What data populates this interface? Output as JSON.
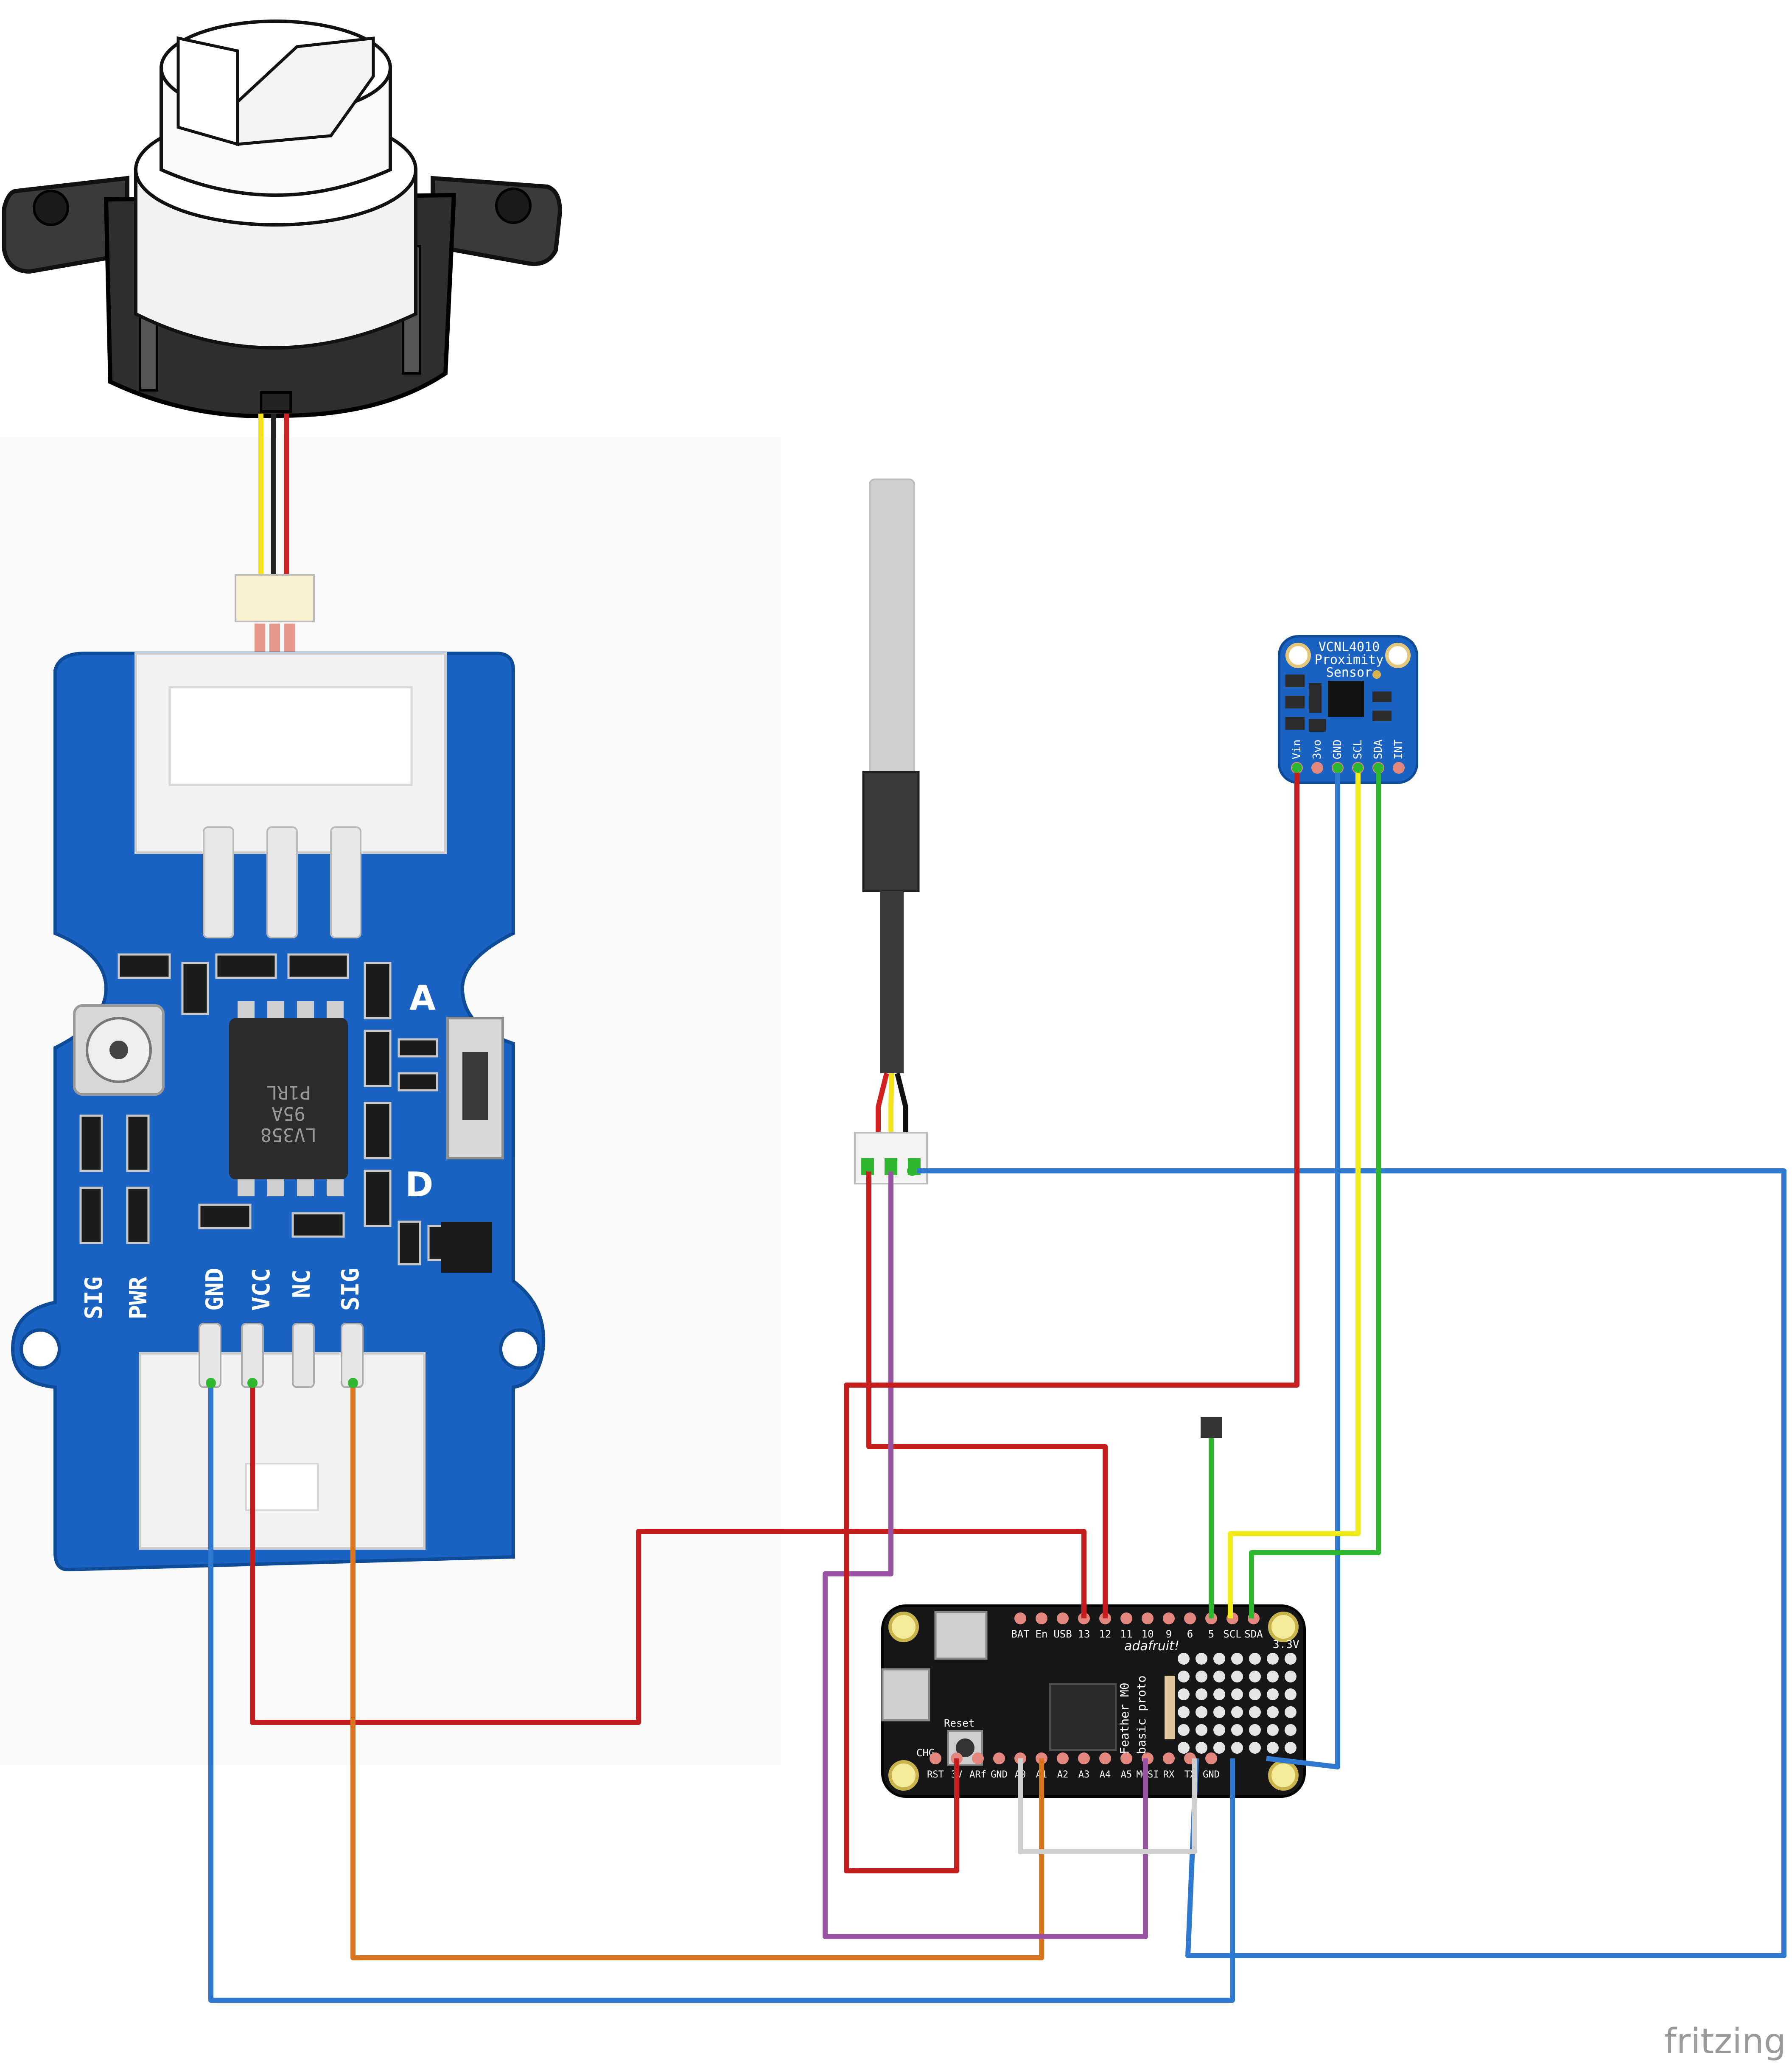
{
  "watermark": "fritzing",
  "sensor_board": {
    "pin_labels": [
      "SIG",
      "PWR",
      "GND",
      "VCC",
      "NC",
      "SIG"
    ],
    "switch_labels": [
      "A",
      "D"
    ],
    "chip_text": [
      "P1RL",
      "95A",
      "LV358"
    ]
  },
  "vcnl": {
    "title": "VCNL4010",
    "subtitle": "Proximity",
    "subtitle2": "Sensor",
    "pins": [
      "Vin",
      "3vo",
      "GND",
      "SCL",
      "SDA",
      "INT"
    ]
  },
  "feather": {
    "brand": "adafruit!",
    "model_line1": "Feather M0",
    "model_line2": "basic proto",
    "top_labels": [
      "BAT",
      "En",
      "USB",
      "13",
      "12",
      "11",
      "10",
      "9",
      "6",
      "5",
      "SCL",
      "SDA"
    ],
    "bottom_labels": [
      "RST",
      "3V",
      "ARf",
      "GND",
      "A0",
      "A1",
      "A2",
      "A3",
      "A4",
      "A5",
      "MOSI",
      "RX",
      "TX",
      "GND"
    ],
    "side_labels": [
      "3.3V",
      "CHG",
      "Reset"
    ]
  },
  "colors": {
    "red": "#c41e1e",
    "blue": "#2f7ad0",
    "green": "#2fb82f",
    "yellow": "#f3ec1c",
    "orange": "#d9741e",
    "purple": "#9b53a6",
    "grey": "#cfcfcf"
  }
}
